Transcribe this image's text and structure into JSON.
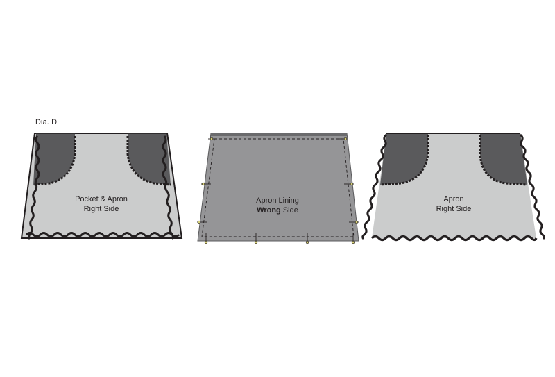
{
  "figure_label": "Dia. D",
  "panels": [
    {
      "line1": "Pocket & Apron",
      "line2": "Right Side"
    },
    {
      "line1": "Apron Lining",
      "line2_bold": "Wrong",
      "line2_rest": " Side"
    },
    {
      "line1": "Apron",
      "line2": "Right Side"
    }
  ],
  "colors": {
    "light_fabric": "#cbcccc",
    "dark_pocket": "#5a5a5c",
    "lining": "#959597",
    "outline": "#231f20",
    "pin_head": "#d8d27a"
  }
}
